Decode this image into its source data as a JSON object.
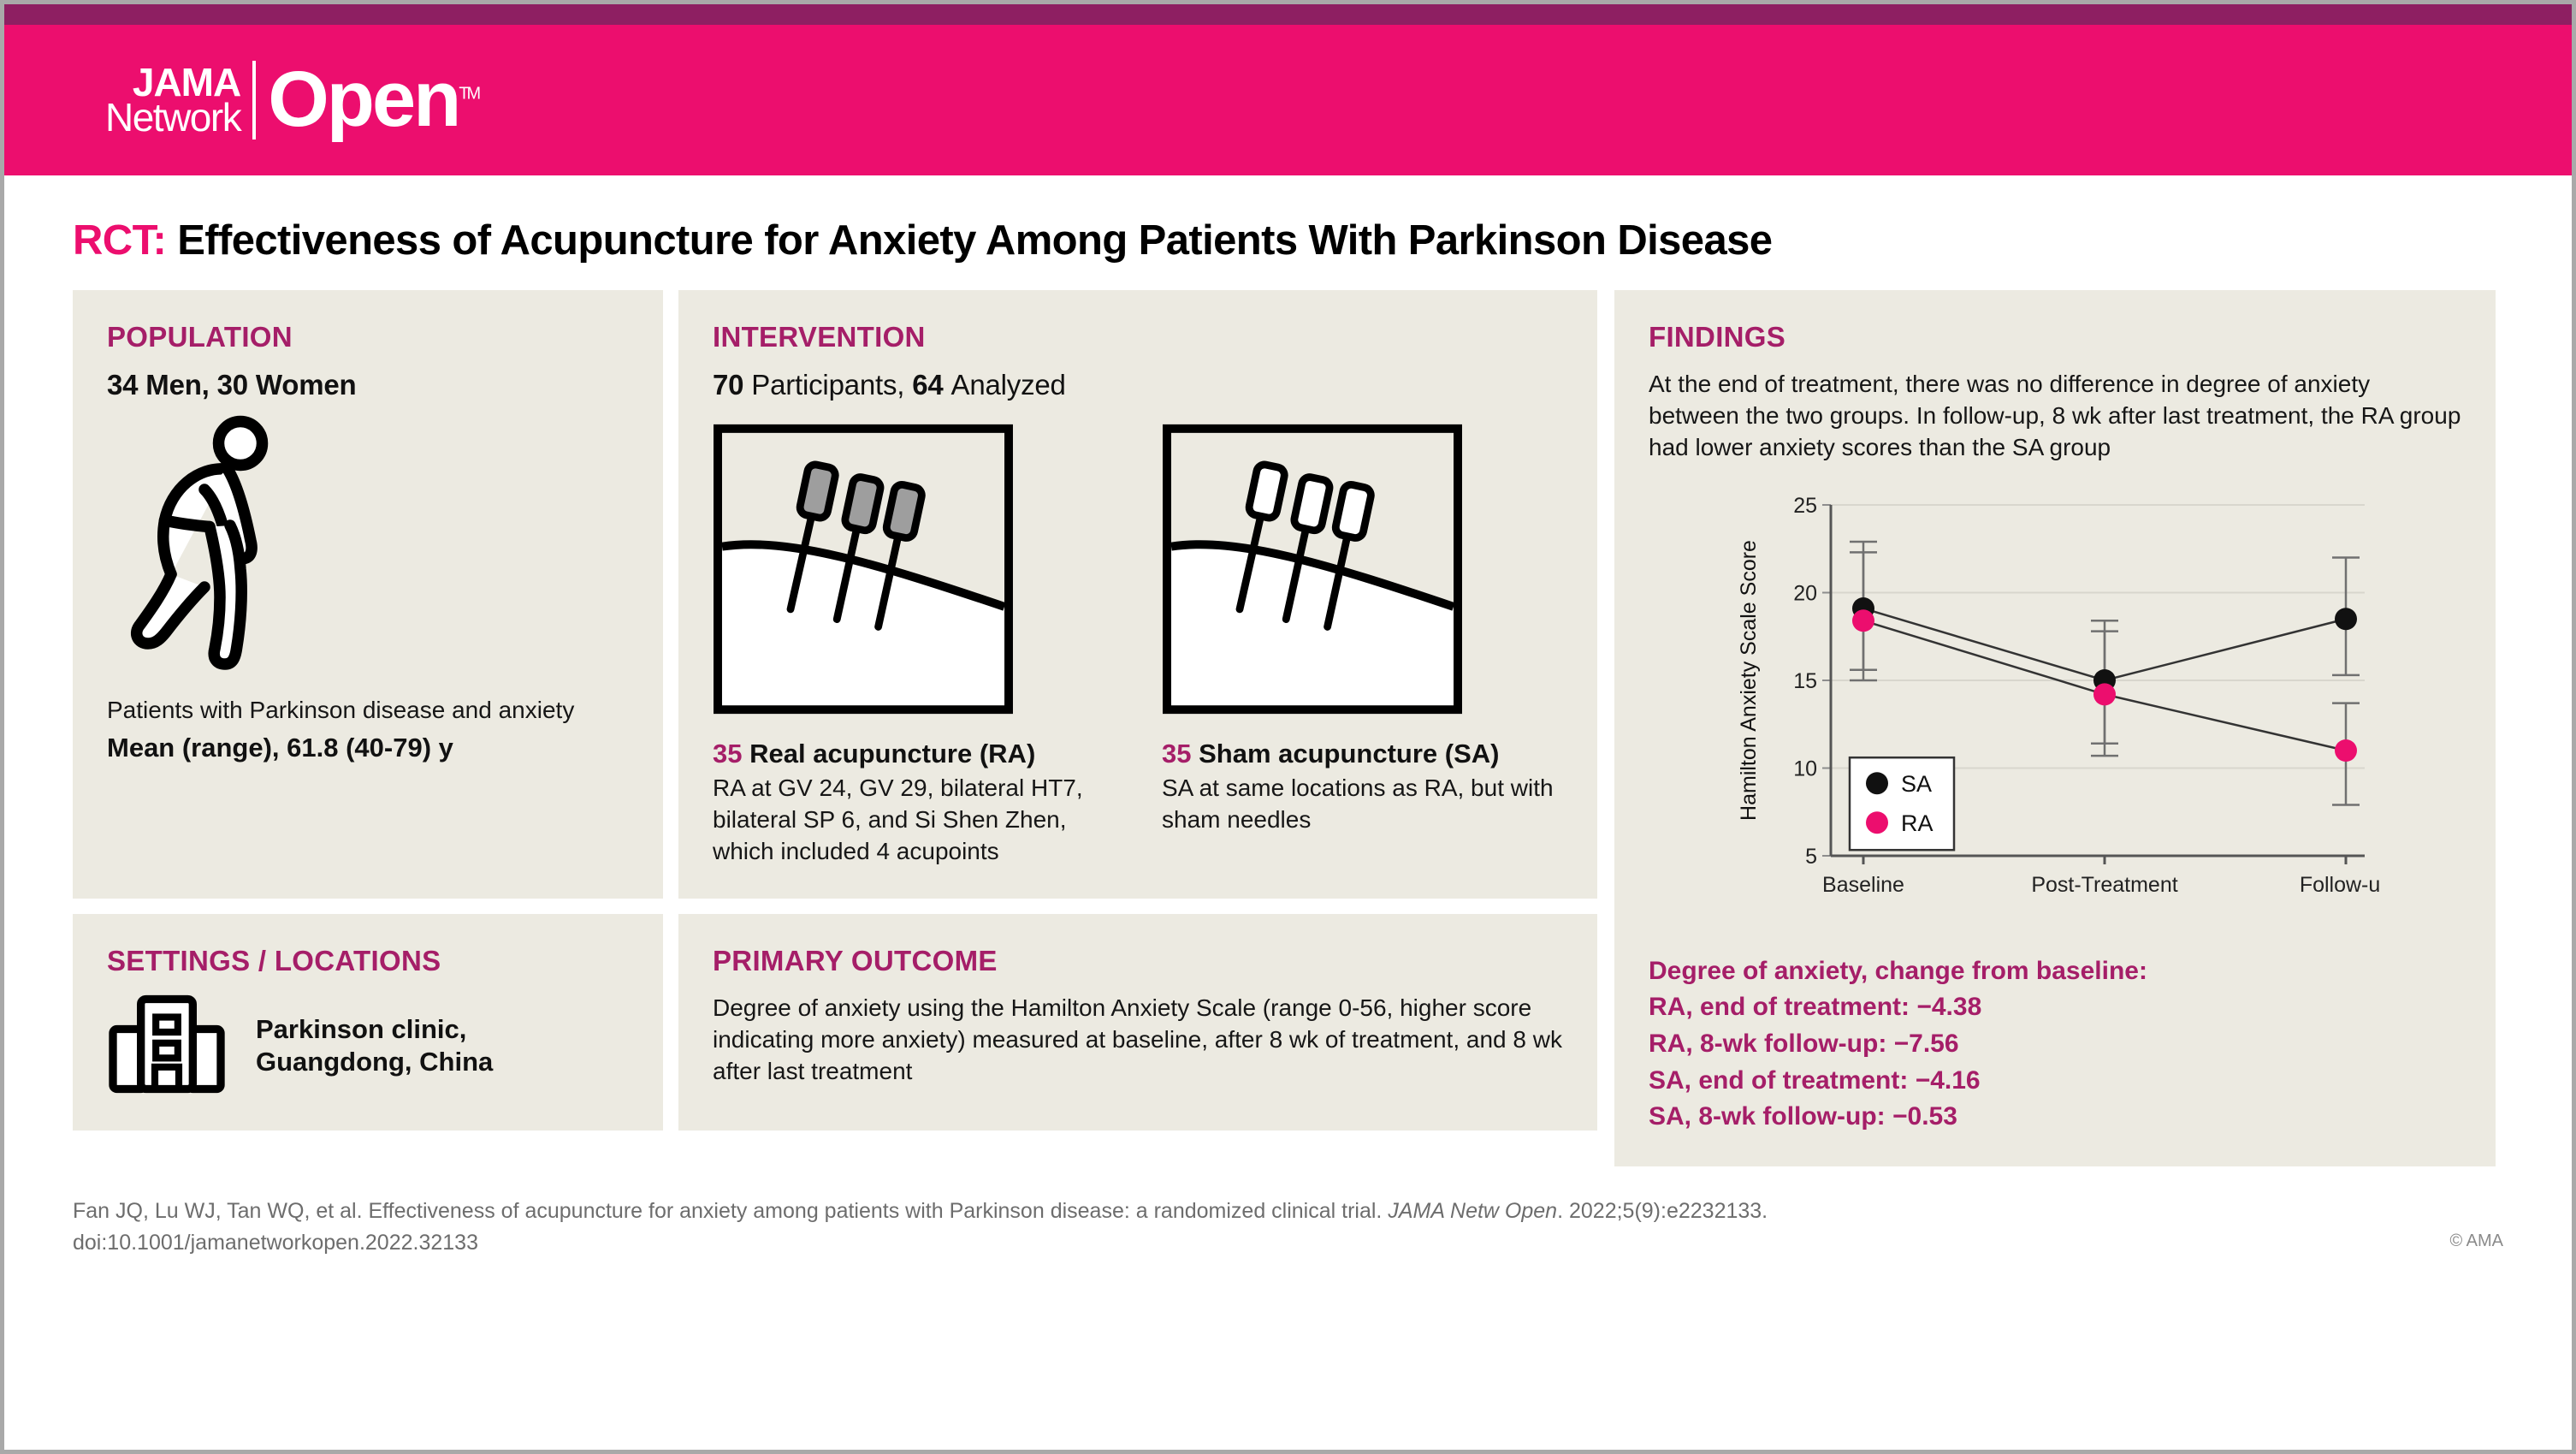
{
  "masthead": {
    "brand_line1": "JAMA",
    "brand_line2": "Network",
    "brand_open": "Open",
    "trademark": "TM",
    "bar_color": "#ec0e6e",
    "top_bar_color": "#8e1f62"
  },
  "title": {
    "prefix": "RCT:",
    "text": "Effectiveness of Acupuncture for Anxiety Among Patients With Parkinson Disease",
    "prefix_color": "#ec0e6e"
  },
  "population": {
    "heading": "POPULATION",
    "counts": "34 Men, 30 Women",
    "men": "34 Men,",
    "women": "30 Women",
    "caption": "Patients with Parkinson disease and anxiety",
    "mean": "Mean (range), 61.8 (40-79) y",
    "icon": "stooped-person-icon"
  },
  "intervention": {
    "heading": "INTERVENTION",
    "participants_num": "70",
    "participants_label": "Participants,",
    "analyzed_num": "64",
    "analyzed_label": "Analyzed",
    "arms": [
      {
        "count": "35",
        "title": "Real acupuncture (RA)",
        "description": "RA at GV 24, GV 29, bilateral HT7, bilateral SP 6, and Si Shen Zhen, which included 4 acupoints",
        "needle_fill": "#9e9e9e",
        "icon": "acupuncture-needles-real-icon"
      },
      {
        "count": "35",
        "title": "Sham acupuncture (SA)",
        "description": "SA at same locations as RA, but with sham needles",
        "needle_fill": "#ffffff",
        "icon": "acupuncture-needles-sham-icon"
      }
    ]
  },
  "settings": {
    "heading": "SETTINGS / LOCATIONS",
    "location": "Parkinson clinic, Guangdong, China",
    "location_line1": "Parkinson clinic,",
    "location_line2": "Guangdong, China",
    "icon": "hospital-building-icon"
  },
  "outcome": {
    "heading": "PRIMARY OUTCOME",
    "text": "Degree of anxiety using the Hamilton Anxiety Scale (range 0-56, higher score indicating more anxiety) measured at baseline, after 8 wk of treatment, and 8 wk after last treatment"
  },
  "findings": {
    "heading": "FINDINGS",
    "summary": "At the end of treatment, there was no difference in degree of anxiety between the two groups. In follow-up, 8 wk after last treatment, the RA group had lower anxiety scores than the SA group",
    "results": [
      "Degree of anxiety, change from baseline:",
      "RA, end of treatment: −4.38",
      "RA, 8-wk follow-up: −7.56",
      "SA, end of treatment: −4.16",
      "SA, 8-wk follow-up: −0.53"
    ]
  },
  "chart_data": {
    "type": "line",
    "title": "",
    "xlabel": "",
    "ylabel": "Hamilton Anxiety Scale Score",
    "categories": [
      "Baseline",
      "Post-Treatment",
      "Follow-up"
    ],
    "ylim": [
      5,
      25
    ],
    "yticks": [
      5,
      10,
      15,
      20,
      25
    ],
    "grid": true,
    "legend_position": "lower-left",
    "series": [
      {
        "name": "SA",
        "color": "#111111",
        "values": [
          19.1,
          15.0,
          18.5
        ],
        "error_low": [
          15.0,
          11.4,
          15.3
        ],
        "error_high": [
          22.9,
          18.4,
          22.0
        ]
      },
      {
        "name": "RA",
        "color": "#ec0e6e",
        "values": [
          18.4,
          14.2,
          11.0
        ],
        "error_low": [
          15.6,
          10.7,
          7.9
        ],
        "error_high": [
          22.3,
          17.8,
          13.7
        ]
      }
    ]
  },
  "footer": {
    "citation_part1": "Fan JQ, Lu WJ, Tan WQ, et al. Effectiveness of acupuncture for anxiety among patients with Parkinson disease: a randomized clinical trial. ",
    "journal": "JAMA Netw Open",
    "citation_part2": ". 2022;5(9):e2232133.",
    "doi": "doi:10.1001/jamanetworkopen.2022.32133",
    "copyright": "© AMA"
  }
}
